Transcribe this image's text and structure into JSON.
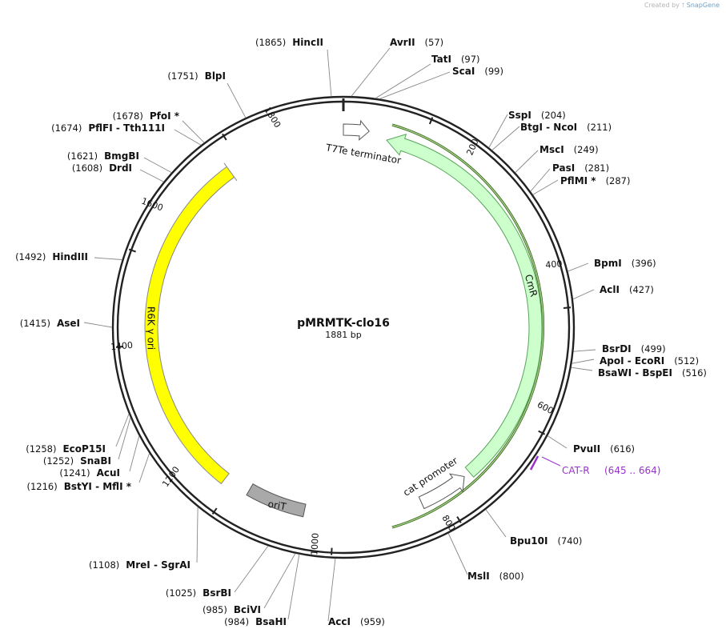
{
  "credit": {
    "prefix": "Created by",
    "brand": "SnapGene"
  },
  "plasmid": {
    "name": "pMRMTK-clo16",
    "length_label": "1881 bp"
  },
  "ruler": [
    "200",
    "400",
    "600",
    "800",
    "1000",
    "1200",
    "1400",
    "1600",
    "1800"
  ],
  "sites": [
    {
      "name": "HincII",
      "pos": "(1865)"
    },
    {
      "name": "AvrII",
      "pos": "(57)"
    },
    {
      "name": "TatI",
      "pos": "(97)"
    },
    {
      "name": "ScaI",
      "pos": "(99)"
    },
    {
      "name": "BlpI",
      "pos": "(1751)"
    },
    {
      "name": "PfoI *",
      "pos": "(1678)"
    },
    {
      "name": "PflFI",
      "name2": "Tth111I",
      "pos": "(1674)"
    },
    {
      "name": "BmgBI",
      "pos": "(1621)"
    },
    {
      "name": "DrdI",
      "pos": "(1608)"
    },
    {
      "name": "HindIII",
      "pos": "(1492)"
    },
    {
      "name": "AseI",
      "pos": "(1415)"
    },
    {
      "name": "EcoP15I",
      "pos": "(1258)"
    },
    {
      "name": "SnaBI",
      "pos": "(1252)"
    },
    {
      "name": "AcuI",
      "pos": "(1241)"
    },
    {
      "name": "BstYI",
      "name2": "MflI *",
      "pos": "(1216)"
    },
    {
      "name": "MreI",
      "name2": "SgrAI",
      "pos": "(1108)"
    },
    {
      "name": "BsrBI",
      "pos": "(1025)"
    },
    {
      "name": "BciVI",
      "pos": "(985)"
    },
    {
      "name": "BsaHI",
      "pos": "(984)"
    },
    {
      "name": "AccI",
      "pos": "(959)"
    },
    {
      "name": "SspI",
      "pos": "(204)"
    },
    {
      "name": "BtgI",
      "name2": "NcoI",
      "pos": "(211)"
    },
    {
      "name": "MscI",
      "pos": "(249)"
    },
    {
      "name": "PasI",
      "pos": "(281)"
    },
    {
      "name": "PflMI *",
      "pos": "(287)"
    },
    {
      "name": "BpmI",
      "pos": "(396)"
    },
    {
      "name": "AclI",
      "pos": "(427)"
    },
    {
      "name": "BsrDI",
      "pos": "(499)"
    },
    {
      "name": "ApoI",
      "name2": "EcoRI",
      "pos": "(512)"
    },
    {
      "name": "BsaWI",
      "name2": "BspEI",
      "pos": "(516)"
    },
    {
      "name": "PvuII",
      "pos": "(616)"
    },
    {
      "name": "Bpu10I",
      "pos": "(740)"
    },
    {
      "name": "MslI",
      "pos": "(800)"
    }
  ],
  "primer": {
    "name": "CAT-R",
    "range": "(645 .. 664)"
  },
  "features": [
    {
      "name": "T7Te terminator"
    },
    {
      "name": "CmR"
    },
    {
      "name": "cat promoter"
    },
    {
      "name": "R6K γ ori"
    },
    {
      "name": "oriT"
    }
  ],
  "colors": {
    "backbone": "#222222",
    "cmr": "#ccffcc",
    "cmr_outline": "#4caf50",
    "ori": "#ffff00",
    "orit": "#a9a9a9",
    "primer": "#9932cc",
    "highlight": "#2e5e0e"
  }
}
